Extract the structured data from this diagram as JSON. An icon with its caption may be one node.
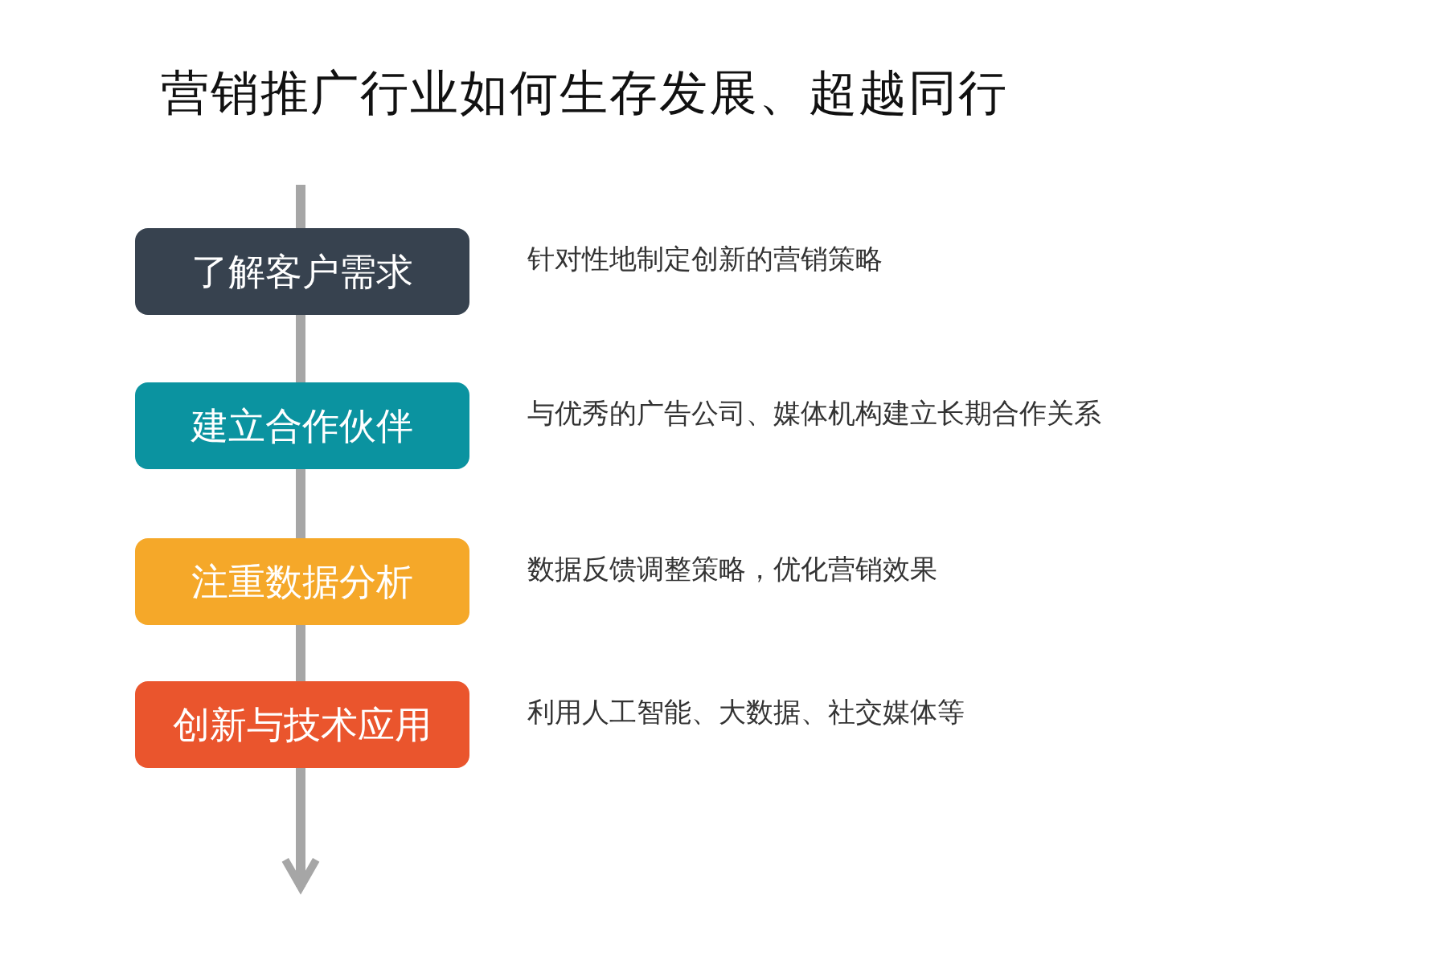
{
  "diagram": {
    "title": "营销推广行业如何生存发展、超越同行",
    "nodes": [
      {
        "text": [
          "了解客户需求"
        ],
        "beside": [
          "针对性地制定创新的营销策略"
        ]
      },
      {
        "text": [
          "建立合作伙伴"
        ],
        "beside": [
          "与优秀的广告公司、媒体机构建立长期合作关系"
        ]
      },
      {
        "text": [
          "注重数据分析"
        ],
        "beside": [
          "数据反馈调整策略，优化营销效果"
        ]
      },
      {
        "text": [
          "创新与技术应用"
        ],
        "beside": [
          "利用人工智能、大数据、社交媒体等"
        ]
      }
    ],
    "edges": [
      {
        "from": null,
        "to": 0,
        "arrow": "none"
      },
      {
        "from": 0,
        "to": 1,
        "arrow": "none"
      },
      {
        "from": 1,
        "to": 2,
        "arrow": "none"
      },
      {
        "from": 2,
        "to": 3,
        "arrow": "none"
      },
      {
        "from": 3,
        "to": null,
        "arrow": "to"
      }
    ]
  }
}
